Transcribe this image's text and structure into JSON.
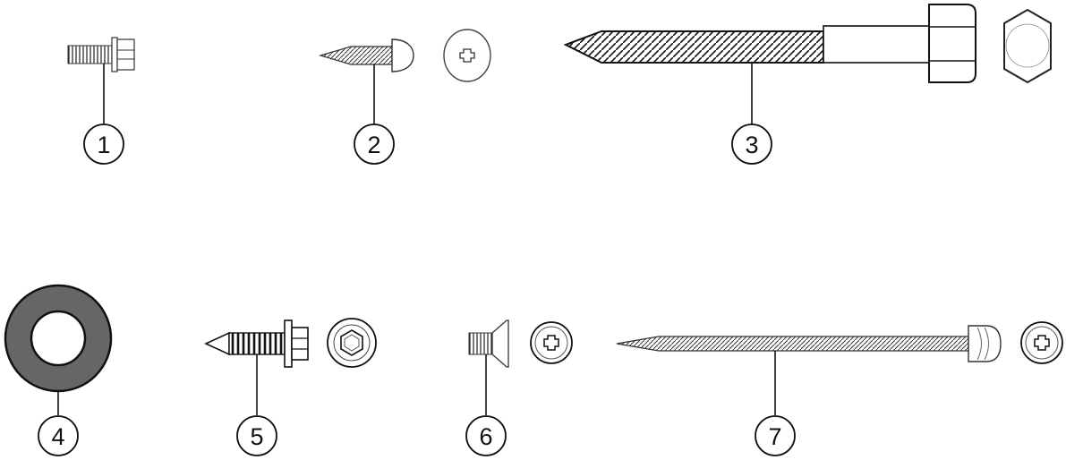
{
  "diagram": {
    "colors": {
      "ink": "#111111",
      "washer": "#666666",
      "hex_shank": "#777777"
    },
    "parts": [
      {
        "label": "1",
        "icon": "flange-bolt-icon"
      },
      {
        "label": "2",
        "icon": "truss-head-screw-icon",
        "end_view": "phillips-head-icon"
      },
      {
        "label": "3",
        "icon": "lag-screw-icon",
        "end_view": "hex-head-icon"
      },
      {
        "label": "4",
        "icon": "flat-washer-icon"
      },
      {
        "label": "5",
        "icon": "hex-washer-head-screw-icon",
        "end_view": "hex-socket-head-icon"
      },
      {
        "label": "6",
        "icon": "flat-head-screw-icon",
        "end_view": "phillips-head-icon"
      },
      {
        "label": "7",
        "icon": "pan-head-screw-icon",
        "end_view": "phillips-head-icon"
      }
    ]
  }
}
